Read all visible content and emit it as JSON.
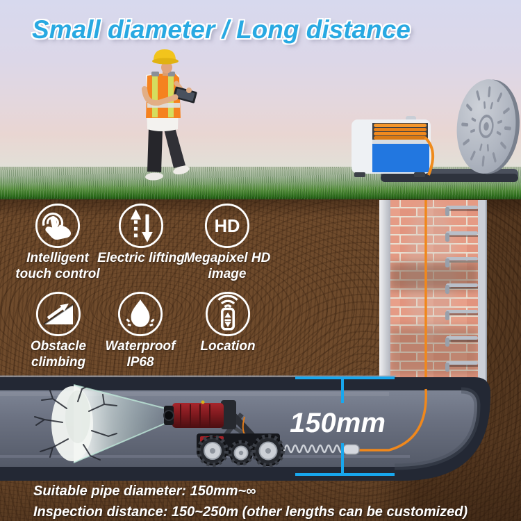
{
  "title": "Small diameter / Long distance",
  "features": [
    {
      "icon": "touch-icon",
      "label": "Intelligent touch control"
    },
    {
      "icon": "electric-lifting-icon",
      "label": "Electric lifting"
    },
    {
      "icon": "hd-icon",
      "icon_text": "HD",
      "label": "Megapixel HD image"
    },
    {
      "icon": "obstacle-climbing-icon",
      "label": "Obstacle climbing"
    },
    {
      "icon": "waterproof-icon",
      "label": "Waterproof IP68"
    },
    {
      "icon": "location-icon",
      "label": "Location"
    }
  ],
  "measurement": {
    "label": "150mm"
  },
  "specs": {
    "line1": "Suitable pipe diameter: 150mm~∞",
    "line2": "Inspection distance: 150~250m (other lengths can be customized)"
  },
  "scene": {
    "objects": [
      "worker-with-controller",
      "cable-reel-machine",
      "manhole-cover",
      "manhole-shaft-with-step-irons",
      "pipe-cross-section",
      "inspection-crawler-robot",
      "camera-light-beam",
      "pipe-cracks",
      "push-cable"
    ]
  },
  "colors": {
    "title_blue": "#29a9e2",
    "measurement_blue": "#18a7ee",
    "cable_orange": "#ef8b1d",
    "vest_orange": "#f5821f",
    "helmet_yellow": "#f2c41c",
    "machine_blue": "#2277e0",
    "brick_salmon": "#e59b85",
    "pipe_gray": "#6a7080",
    "soil_brown": "#6f4b2c",
    "grass_green": "#5a923f"
  }
}
